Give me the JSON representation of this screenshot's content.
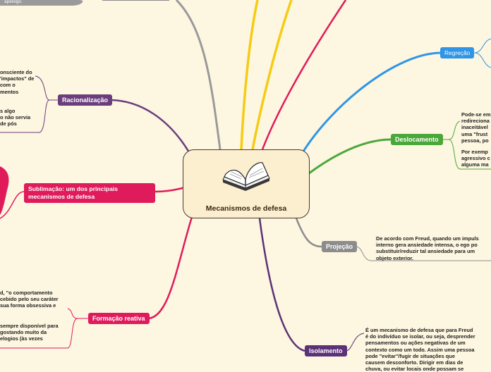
{
  "colors": {
    "background": "#fdf6e1",
    "racionalizacao": "#6a3d7d",
    "sublimacao": "#e01b5c",
    "formacao_reativa": "#e01b5c",
    "regressao": "#2f95e6",
    "deslocamento": "#4aa83a",
    "projecao": "#8c8c8c",
    "isolamento": "#5b3278",
    "yellow_branch": "#f5cc14"
  },
  "center": {
    "label": "Mecanismos de defesa",
    "icon": "open-book-icon"
  },
  "branches": {
    "racionalizacao": {
      "label": "Racionalização",
      "notes": [
        "onsciente do\n'impactos\" de\ncom o\nmentos",
        "s algo\no não servia\nde pós"
      ]
    },
    "sublimacao": {
      "label": "Sublimação: um dos principais\nmecanismos de defesa"
    },
    "formacao_reativa": {
      "label": "Formação reativa",
      "notes": [
        "d, \"o comportamento\ncebido pelo seu caráter\nsua forma obsessiva e",
        "sempre disponível para\ngostando muito da\nelogios (às vezes"
      ]
    },
    "regressao": {
      "label": "Regreção"
    },
    "deslocamento": {
      "label": "Deslocamento",
      "notes": [
        "Pode-se em\nredireciona\ninaceitável\numa \"frust\npessoa, po",
        "Por exemp\nagressivo c\nalguma ma"
      ]
    },
    "projecao": {
      "label": "Projeção",
      "note": "De acordo com Freud, quando um impuls\ninterno gera ansiedade intensa, o ego po\nsubstituir/reduzir tal ansiedade para um\nobjeto exterior."
    },
    "isolamento": {
      "label": "Isolamento",
      "note": "É um mecanismo de defesa que para Freud\né do indivíduo se isolar, ou seja, desprender\npensamentos ou ações negativas de um\ncontexto como um todo. Assim uma pessoa\npode \"evitar\"/fugir de situações que\ncausem desconforto. Dirigir em dias de\nchuva, ou evitar locais onde possam se"
    }
  },
  "top_fragment": "aperego."
}
